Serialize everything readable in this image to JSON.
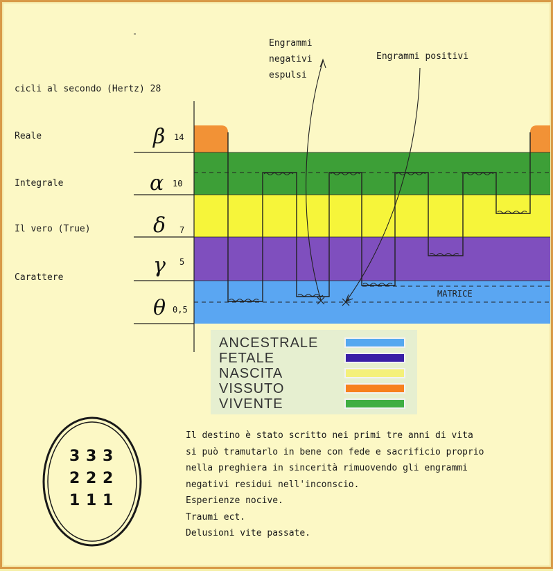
{
  "header": {
    "frequency_label": "cicli al secondo (Hertz) 28"
  },
  "levels": [
    {
      "name": "Reale",
      "symbol": "β",
      "hz": "14"
    },
    {
      "name": "Integrale",
      "symbol": "α",
      "hz": "10"
    },
    {
      "name": "Il vero (True)",
      "symbol": "δ",
      "hz": "7"
    },
    {
      "name": "Carattere",
      "symbol": "γ",
      "hz": "5"
    },
    {
      "name": "",
      "symbol": "θ",
      "hz": "0,5"
    }
  ],
  "annotations": {
    "negative_engrams": [
      "Engrammi",
      "negativi",
      "espulsi"
    ],
    "positive_engrams": "Engrammi positivi",
    "matrix": "MATRICE"
  },
  "legend": [
    {
      "label": "ANCESTRALE",
      "color": "#55a8f0"
    },
    {
      "label": "FETALE",
      "color": "#3a1fa6"
    },
    {
      "label": "NASCITA",
      "color": "#f4f07a"
    },
    {
      "label": "VISSUTO",
      "color": "#f7801e"
    },
    {
      "label": "VIVENTE",
      "color": "#3fae42"
    }
  ],
  "band_colors": {
    "reale": "#f29236",
    "vivente": "#3d9f37",
    "nascita": "#f6f53a",
    "carattere": "#7f4fbe",
    "ancestrale": "#5aa6f2"
  },
  "description": [
    "Il destino è stato scritto nei primi tre anni di vita",
    "si può tramutarlo in bene con fede e sacrificio proprio",
    "nella  preghiera in sincerità  rimuovendo gli engrammi",
    "negativi residui nell'inconscio.",
    "Esperienze nocive.",
    "Traumi ect.",
    "Delusioni vite passate."
  ],
  "oval": {
    "rows": [
      [
        "3",
        "3",
        "3"
      ],
      [
        "2",
        "2",
        "2"
      ],
      [
        "1",
        "1",
        "1"
      ]
    ]
  }
}
